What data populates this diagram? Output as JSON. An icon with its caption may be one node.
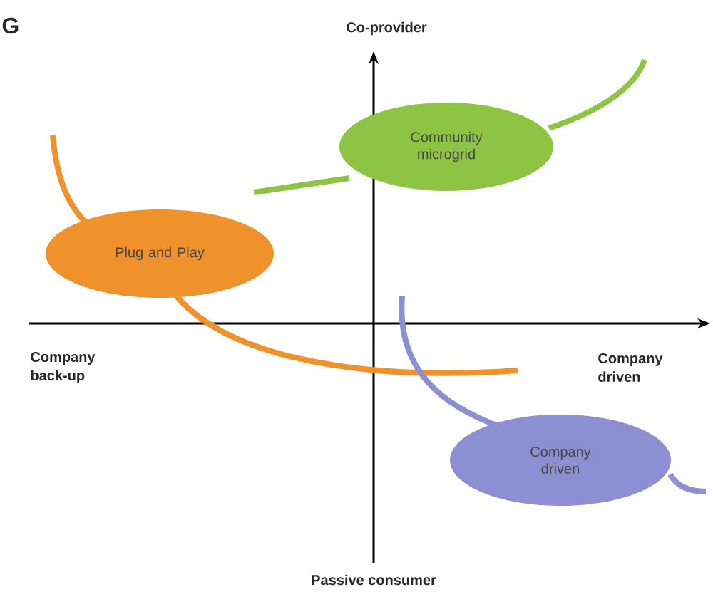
{
  "diagram": {
    "nodes": [
      {
        "text": [
          "Community microgrid"
        ]
      },
      {
        "text": [
          "Plug and Play"
        ]
      },
      {
        "text": [
          "Company driven"
        ]
      }
    ],
    "labels": [
      "G",
      "Co-provider",
      "Company back-up",
      "Company driven",
      "Passive consumer"
    ]
  }
}
